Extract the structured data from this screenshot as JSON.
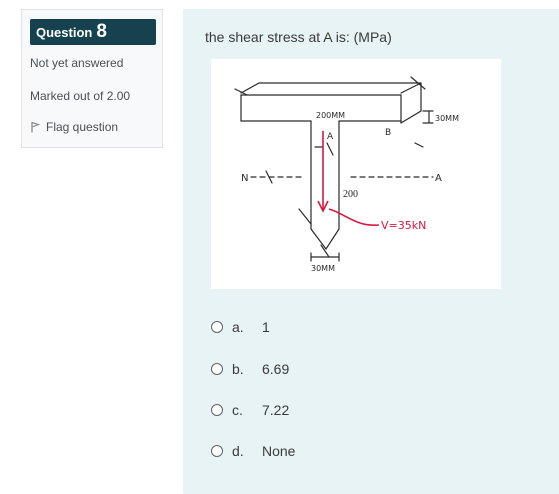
{
  "info": {
    "question_label": "Question",
    "question_number": "8",
    "state": "Not yet answered",
    "grade": "Marked out of 2.00",
    "flag_label": "Flag question",
    "flag_icon": "flag-icon"
  },
  "question": {
    "text": "the shear stress at A is: (MPa)",
    "figure_labels": {
      "width": "200MM",
      "a": "A",
      "b": "B",
      "flange": "30MM",
      "n": "N",
      "na_right": "A",
      "depth": "200",
      "shear": "V=35kN",
      "web": "30MM"
    }
  },
  "answers": [
    {
      "letter": "a.",
      "value": "1"
    },
    {
      "letter": "b.",
      "value": "6.69"
    },
    {
      "letter": "c.",
      "value": "7.22"
    },
    {
      "letter": "d.",
      "value": "None"
    }
  ],
  "colors": {
    "badge_bg": "#15424e",
    "panel_bg": "#e7f3f5",
    "shear_red": "#d8173f"
  }
}
